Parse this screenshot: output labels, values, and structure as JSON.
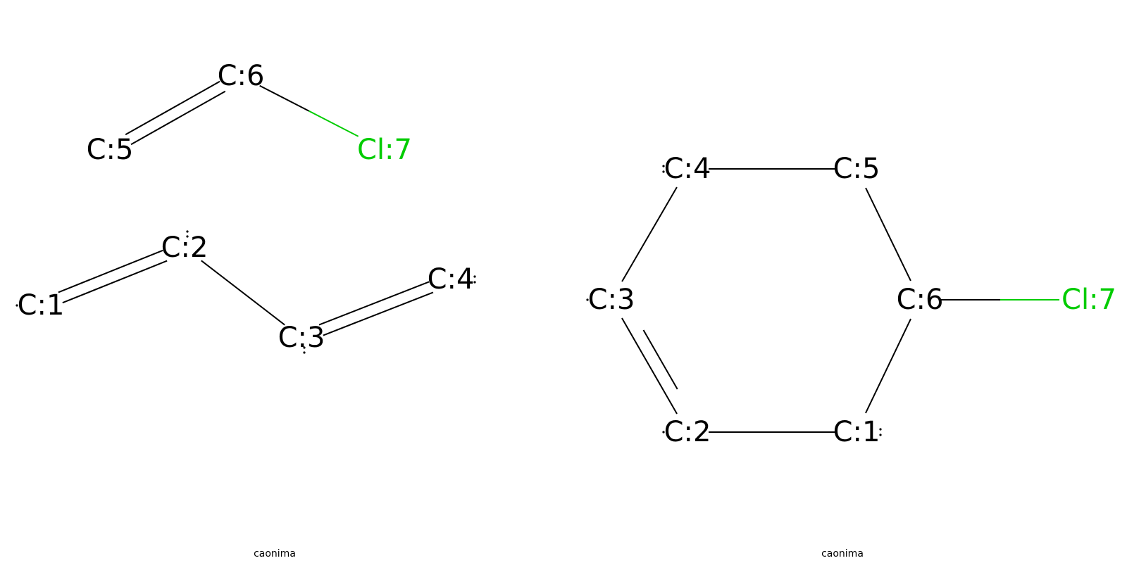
{
  "colors": {
    "bond": "#000000",
    "carbon": "#000000",
    "chlorine": "#00CC00"
  },
  "panels": [
    {
      "caption": "caonima",
      "atoms": [
        {
          "id": "a1",
          "label": "C:1",
          "element": "C",
          "radical": "left-dot"
        },
        {
          "id": "a2",
          "label": "C:2",
          "element": "C",
          "radical": "top-colon"
        },
        {
          "id": "a3",
          "label": "C:3",
          "element": "C",
          "radical": "bottom-colon"
        },
        {
          "id": "a4",
          "label": "C:4",
          "element": "C",
          "radical": "right-colon"
        },
        {
          "id": "a5",
          "label": "C:5",
          "element": "C",
          "radical": "none"
        },
        {
          "id": "a6",
          "label": "C:6",
          "element": "C",
          "radical": "none"
        },
        {
          "id": "a7",
          "label": "Cl:7",
          "element": "Cl",
          "radical": "none"
        }
      ],
      "bonds": [
        {
          "from": "a1",
          "to": "a2",
          "order": 2
        },
        {
          "from": "a2",
          "to": "a3",
          "order": 1
        },
        {
          "from": "a3",
          "to": "a4",
          "order": 2
        },
        {
          "from": "a5",
          "to": "a6",
          "order": 2
        },
        {
          "from": "a6",
          "to": "a7",
          "order": 1
        }
      ]
    },
    {
      "caption": "caonima",
      "atoms": [
        {
          "id": "b1",
          "label": "C:1",
          "element": "C",
          "radical": "right-colon"
        },
        {
          "id": "b2",
          "label": "C:2",
          "element": "C",
          "radical": "left-dot"
        },
        {
          "id": "b3",
          "label": "C:3",
          "element": "C",
          "radical": "left-dot"
        },
        {
          "id": "b4",
          "label": "C:4",
          "element": "C",
          "radical": "left-colon"
        },
        {
          "id": "b5",
          "label": "C:5",
          "element": "C",
          "radical": "none"
        },
        {
          "id": "b6",
          "label": "C:6",
          "element": "C",
          "radical": "none"
        },
        {
          "id": "b7",
          "label": "Cl:7",
          "element": "Cl",
          "radical": "none"
        }
      ],
      "bonds": [
        {
          "from": "b1",
          "to": "b2",
          "order": 1
        },
        {
          "from": "b2",
          "to": "b3",
          "order": 2
        },
        {
          "from": "b3",
          "to": "b4",
          "order": 1
        },
        {
          "from": "b4",
          "to": "b5",
          "order": 1
        },
        {
          "from": "b5",
          "to": "b6",
          "order": 1
        },
        {
          "from": "b6",
          "to": "b1",
          "order": 1
        },
        {
          "from": "b6",
          "to": "b7",
          "order": 1
        }
      ]
    }
  ]
}
